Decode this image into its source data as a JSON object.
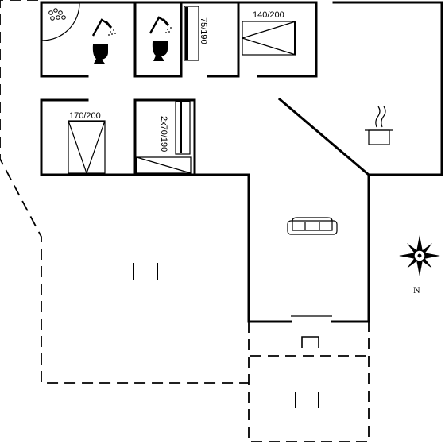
{
  "labels": {
    "bed_master": "140/200",
    "bed_second": "170/200",
    "bed_bunk": "2x70/190",
    "bed_single": "75/190",
    "north": "N"
  },
  "icons": [
    "hot-tub-icon",
    "shower-icon",
    "toilet-icon",
    "cooking-pot-icon",
    "sofa-icon",
    "compass-rose-icon",
    "bed-icon",
    "door-icon"
  ],
  "colors": {
    "ink": "#000000",
    "background": "#ffffff"
  }
}
